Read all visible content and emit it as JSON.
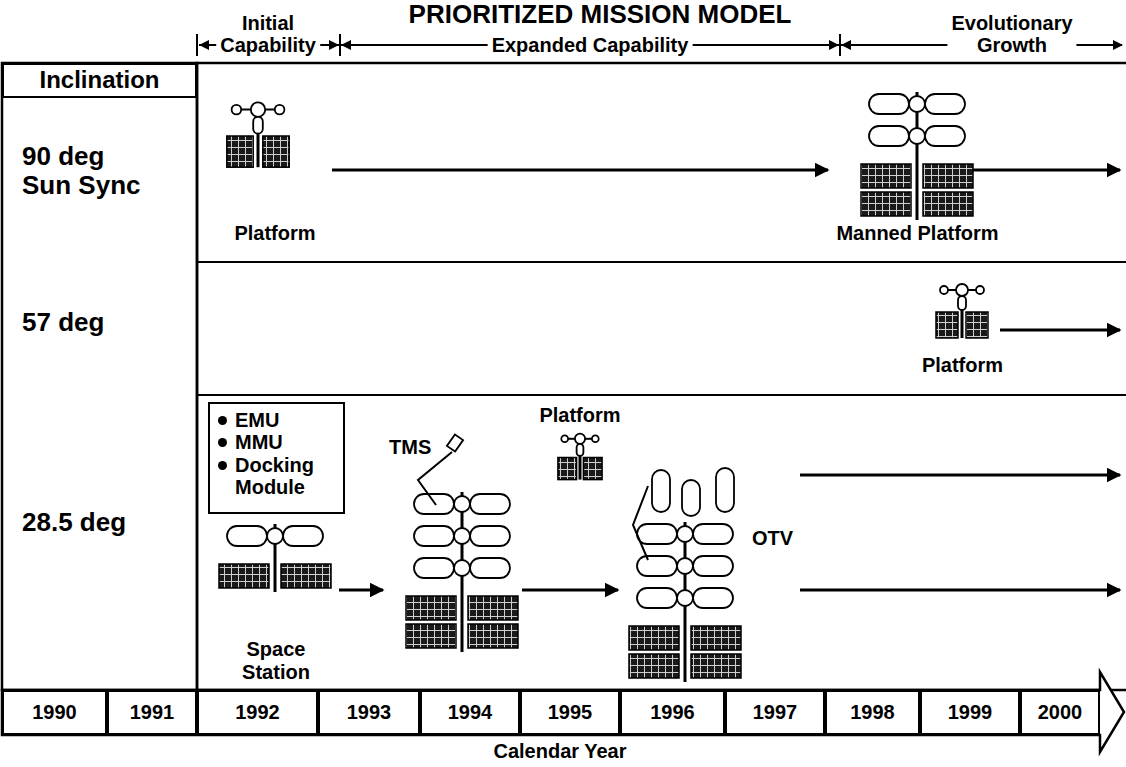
{
  "diagram": {
    "title": "PRIORITIZED MISSION MODEL",
    "nodes": [
      {
        "text": [
          "Inclination"
        ]
      },
      {
        "text": [
          "90 deg Sun Sync"
        ]
      },
      {
        "text": [
          "57 deg"
        ]
      },
      {
        "text": [
          "28.5 deg"
        ]
      },
      {
        "text": [
          "EMU",
          "MMU",
          "Docking Module"
        ]
      },
      {
        "text": [
          "Space Station"
        ]
      },
      {
        "text": [
          "TMS"
        ]
      },
      {
        "text": [
          "OTV"
        ]
      },
      {
        "text": [
          "Platform"
        ]
      },
      {
        "text": [
          "Manned Platform"
        ]
      },
      {
        "text": [
          "Platform"
        ]
      },
      {
        "text": [
          "Platform"
        ]
      },
      {
        "text": [
          "1990"
        ]
      },
      {
        "text": [
          "1991"
        ]
      },
      {
        "text": [
          "1992"
        ]
      },
      {
        "text": [
          "1993"
        ]
      },
      {
        "text": [
          "1994"
        ]
      },
      {
        "text": [
          "1995"
        ]
      },
      {
        "text": [
          "1996"
        ]
      },
      {
        "text": [
          "1997"
        ]
      },
      {
        "text": [
          "1998"
        ]
      },
      {
        "text": [
          "1999"
        ]
      },
      {
        "text": [
          "2000"
        ]
      }
    ],
    "edges": [
      {
        "from": 5,
        "to": 6,
        "arrow": "to"
      },
      {
        "from": 6,
        "to": 7,
        "arrow": "to"
      },
      {
        "from": 8,
        "to": 9,
        "arrow": "to"
      }
    ],
    "labels": [
      "Initial Capability",
      "Expanded Capability",
      "Evolutionary Growth",
      "Calendar Year"
    ]
  }
}
